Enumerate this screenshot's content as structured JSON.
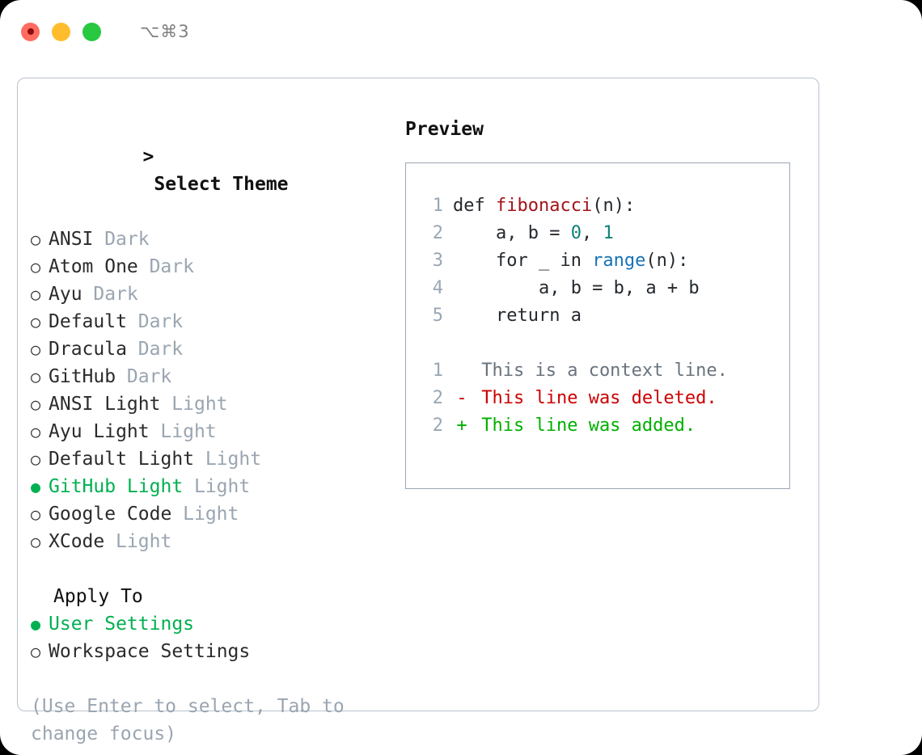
{
  "titlebar": {
    "lights": [
      {
        "name": "close-button",
        "color": "#ff6b61"
      },
      {
        "name": "minimize-button",
        "color": "#ffbd2e"
      },
      {
        "name": "maximize-button",
        "color": "#28c840"
      }
    ],
    "shortcut": "⌥⌘3"
  },
  "colors": {
    "accent_green": "#00b050",
    "muted": "#9aa5b1",
    "border": "#b9c2cc",
    "preview_border": "#9aa7b4",
    "diff_add": "#00b000",
    "diff_del": "#cc0000"
  },
  "theme_picker": {
    "heading": "Select Theme",
    "caret": ">",
    "marker_unselected": "○",
    "marker_selected": "●",
    "items": [
      {
        "label": "ANSI",
        "variant": "Dark",
        "selected": false
      },
      {
        "label": "Atom One",
        "variant": "Dark",
        "selected": false
      },
      {
        "label": "Ayu",
        "variant": "Dark",
        "selected": false
      },
      {
        "label": "Default",
        "variant": "Dark",
        "selected": false
      },
      {
        "label": "Dracula",
        "variant": "Dark",
        "selected": false
      },
      {
        "label": "GitHub",
        "variant": "Dark",
        "selected": false
      },
      {
        "label": "ANSI Light",
        "variant": "Light",
        "selected": false
      },
      {
        "label": "Ayu Light",
        "variant": "Light",
        "selected": false
      },
      {
        "label": "Default Light",
        "variant": "Light",
        "selected": false
      },
      {
        "label": "GitHub Light",
        "variant": "Light",
        "selected": true
      },
      {
        "label": "Google Code",
        "variant": "Light",
        "selected": false
      },
      {
        "label": "XCode",
        "variant": "Light",
        "selected": false
      }
    ]
  },
  "apply_to": {
    "heading": "Apply To",
    "items": [
      {
        "label": "User Settings",
        "selected": true
      },
      {
        "label": "Workspace Settings",
        "selected": false
      }
    ]
  },
  "hint": "(Use Enter to select, Tab to change focus)",
  "preview": {
    "title": "Preview",
    "code_lines": [
      {
        "num": "1",
        "parts": [
          {
            "t": "def ",
            "c": "plain"
          },
          {
            "t": "fibonacci",
            "c": "fn"
          },
          {
            "t": "(n):",
            "c": "plain"
          }
        ]
      },
      {
        "num": "2",
        "parts": [
          {
            "t": "    a, b = ",
            "c": "plain"
          },
          {
            "t": "0",
            "c": "num"
          },
          {
            "t": ", ",
            "c": "plain"
          },
          {
            "t": "1",
            "c": "num"
          }
        ]
      },
      {
        "num": "3",
        "parts": [
          {
            "t": "    for _ in ",
            "c": "plain"
          },
          {
            "t": "range",
            "c": "build"
          },
          {
            "t": "(n):",
            "c": "plain"
          }
        ]
      },
      {
        "num": "4",
        "parts": [
          {
            "t": "        a, b = b, a + b",
            "c": "plain"
          }
        ]
      },
      {
        "num": "5",
        "parts": [
          {
            "t": "    return a",
            "c": "plain"
          }
        ]
      }
    ],
    "diff_lines": [
      {
        "num": "1",
        "mark": " ",
        "text": "This is a context line.",
        "kind": "ctx"
      },
      {
        "num": "2",
        "mark": "-",
        "text": "This line was deleted.",
        "kind": "del"
      },
      {
        "num": "2",
        "mark": "+",
        "text": "This line was added.",
        "kind": "add"
      }
    ]
  }
}
